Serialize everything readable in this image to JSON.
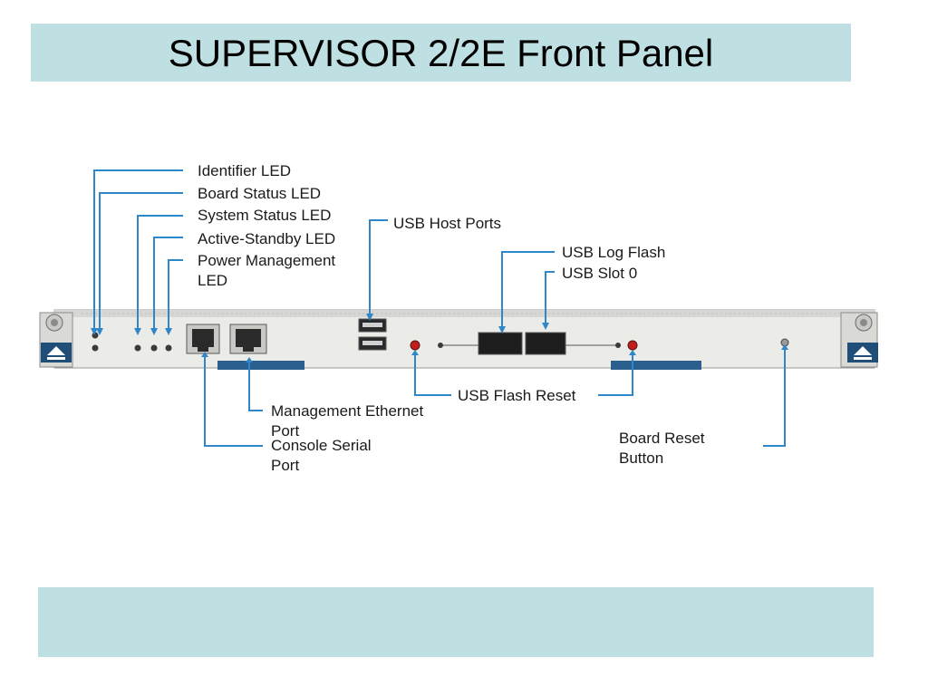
{
  "slide": {
    "title": "SUPERVISOR 2/2E Front Panel"
  },
  "callouts": {
    "identifier_led": "Identifier LED",
    "board_status_led": "Board Status LED",
    "system_status_led": "System Status LED",
    "active_standby_led": "Active-Standby LED",
    "power_management_led": "Power Management LED",
    "usb_host_ports": "USB Host Ports",
    "usb_log_flash": "USB Log Flash",
    "usb_slot_0": "USB Slot 0",
    "usb_flash_reset": "USB Flash Reset",
    "management_ethernet_port": "Management Ethernet Port",
    "console_serial_port": "Console Serial Port",
    "board_reset_button": "Board Reset Button"
  },
  "colors": {
    "banner": "#bfe0e2",
    "leader_line": "#2f86c8",
    "panel": "#e9e9e6",
    "eject_button": "#1f4e79",
    "reset_led": "#c0201c"
  }
}
